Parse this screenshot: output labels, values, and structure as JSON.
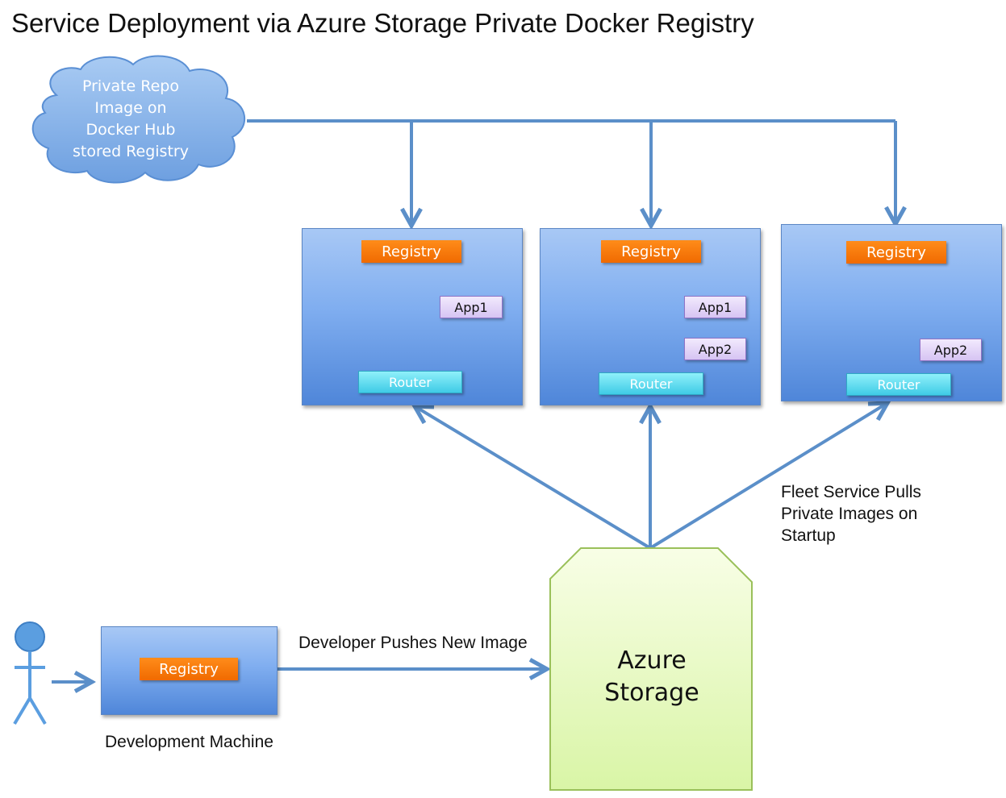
{
  "title": "Service Deployment via Azure Storage Private Docker Registry",
  "cloud": {
    "lines": [
      "Private Repo",
      "Image on",
      "Docker Hub",
      "stored Registry"
    ]
  },
  "hosts": [
    {
      "registry": "Registry",
      "apps": [
        "App1"
      ],
      "router": "Router"
    },
    {
      "registry": "Registry",
      "apps": [
        "App1",
        "App2"
      ],
      "router": "Router"
    },
    {
      "registry": "Registry",
      "apps": [
        "App2"
      ],
      "router": "Router"
    }
  ],
  "storage": {
    "lines": [
      "Azure",
      "Storage"
    ]
  },
  "fleet_label": {
    "lines": [
      "Fleet Service Pulls",
      "Private Images on",
      "Startup"
    ]
  },
  "push_label": "Developer Pushes New Image",
  "dev_machine": {
    "registry": "Registry",
    "caption": "Development Machine"
  },
  "colors": {
    "arrow": "#5b8fc9",
    "host_fill": "#6fa0e8",
    "registry": "#f47a00",
    "app": "#e3d6f7",
    "router": "#5fd8ee",
    "storage": "#e6fac0",
    "person": "#5b9ee0"
  }
}
